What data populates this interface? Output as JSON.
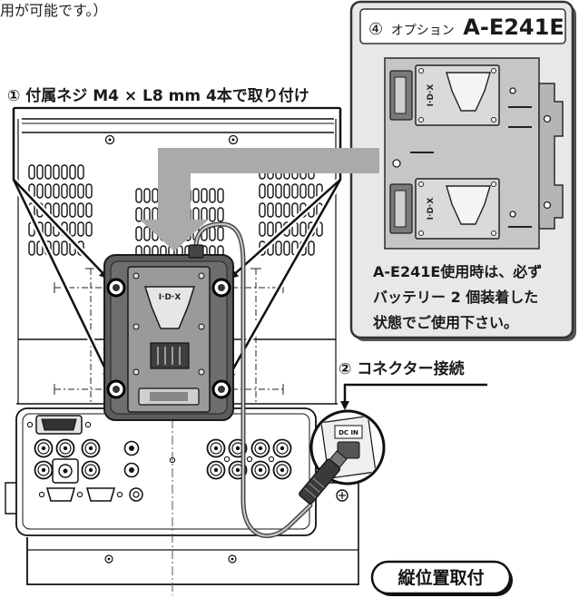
{
  "top_note": "用が可能です。）",
  "step1_label": "① 付属ネジ M4 × L8 mm 4本で取り付け",
  "plate_logo": "I·D·X",
  "option_panel": {
    "title_number": "④",
    "title_label": "オプション",
    "title_model": "A-E241E",
    "notice_lines": [
      "A-E241E使用時は、必ず",
      "バッテリー 2 個装着した",
      "状態でご使用下さい。"
    ]
  },
  "step2_label": "② コネクター接続",
  "connector_label": "DC IN",
  "orientation_badge": "縦位置取付"
}
